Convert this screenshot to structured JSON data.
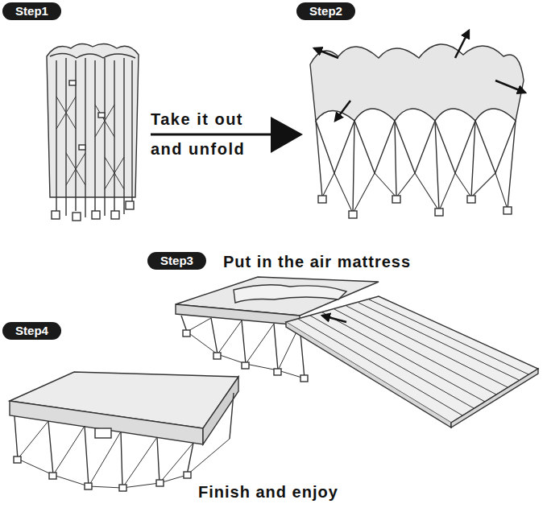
{
  "diagram": {
    "nodes": [
      {
        "text": [
          "Step1"
        ]
      },
      {
        "text": [
          "Step2"
        ]
      },
      {
        "text": [
          "Step3"
        ]
      },
      {
        "text": [
          "Step4"
        ]
      }
    ],
    "labels": [
      "Take it out and unfold",
      "Put in the air mattress",
      "Finish and enjoy"
    ]
  }
}
